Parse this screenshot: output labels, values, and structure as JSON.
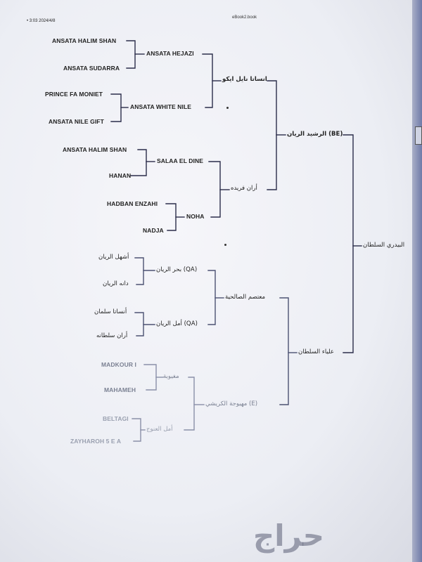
{
  "top_left_text": "• 3:03 2024/4/8",
  "top_center_text": "eBook2.book",
  "round1": [
    "ANSATA HALIM SHAN",
    "ANSATA SUDARRA",
    "PRINCE FA MONIET",
    "ANSATA NILE GIFT",
    "ANSATA HALIM SHAN",
    "HANAN",
    "HADBAN ENZAHI",
    "NADJA",
    "أشهل الريان",
    "دانه الريان",
    "أنساتا سلمان",
    "أران سلطانه",
    "MADKOUR I",
    "MAHAMEH",
    "BELTAGI",
    "ZAYHAROH 5 E A"
  ],
  "round2": [
    "ANSATA HEJAZI",
    "ANSATA WHITE NILE",
    "SALAA EL DINE",
    "NOHA",
    "بحر الريان (QA)",
    "أمل الريان (QA)",
    "مغيوبة",
    "أمل العنوج"
  ],
  "round3": [
    "انساتا نايل ايكو",
    "أران فريده",
    "معتصم الصالحية",
    "مهيوجة الكريشي (E)"
  ],
  "round4": [
    "الرشيد الريان (BE)",
    "علياء السلطان"
  ],
  "final": "البيدري السلطان",
  "logo_text": "حراج"
}
